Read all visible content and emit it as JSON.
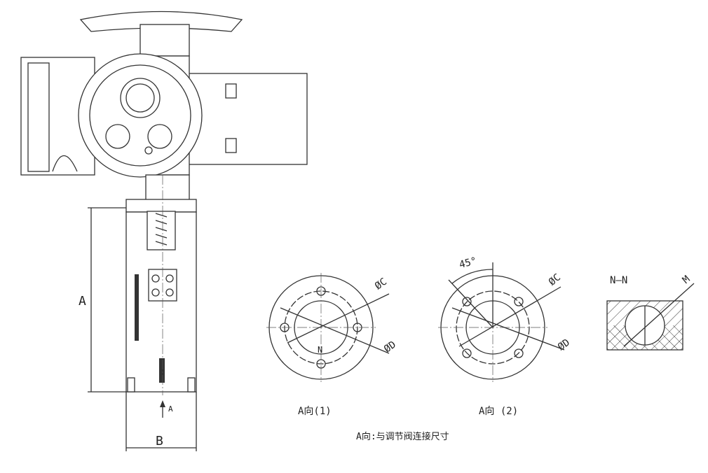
{
  "drawing": {
    "dim_a": "A",
    "dim_b": "B",
    "view_arrow": "A",
    "flange1": {
      "dia_c": "ØC",
      "dia_d": "ØD",
      "section": "N",
      "caption": "A向(1)"
    },
    "flange2": {
      "angle": "45°",
      "dia_c": "ØC",
      "dia_d": "ØD",
      "caption": "A向 (2)"
    },
    "section": {
      "title": "N—N",
      "label": "M"
    },
    "footnote": "A向:与调节阀连接尺寸"
  }
}
